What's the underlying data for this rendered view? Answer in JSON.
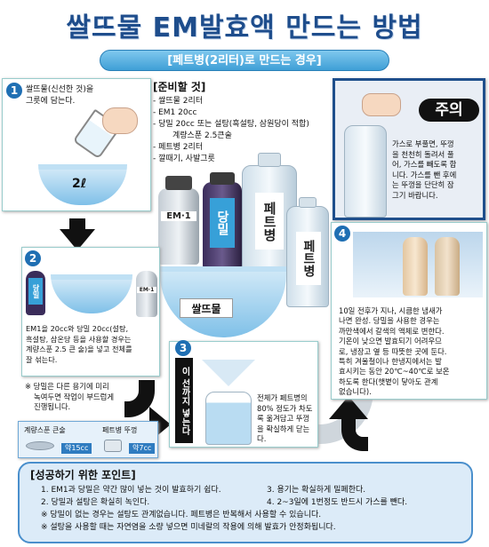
{
  "title": "쌀뜨물 EM발효액 만드는 방법",
  "subtitle": "[페트병(2리터)로 만드는 경우]",
  "step1": {
    "num": "1",
    "text1": "쌀뜨물(신선한 것)을",
    "text2": "그릇에 담는다.",
    "basin_label": "2ℓ"
  },
  "prep": {
    "title": "[준비할 것]",
    "items": [
      "- 쌀뜨물 2리터",
      "- EM1 20cc",
      "- 당밀 20cc 또는 설탕(흑설탕, 삼원당이 적합)",
      "계량스푼 2.5큰술",
      "- 페트병 2리터",
      "- 깔때기, 사발그릇"
    ]
  },
  "bottles": {
    "em1": "EM·1",
    "molasses": "당밀",
    "pet_big": "페트병",
    "pet_small": "페트병",
    "rice_water": "쌀뜨물"
  },
  "caution": {
    "badge": "주의",
    "text": [
      "가스로 부풀면, 뚜껑",
      "을 천천히 돌려서 풀",
      "어, 가스를 빼도록 합",
      "니다. 가스를 뺀 후에",
      "는 뚜껑을 단단히 잠",
      "그기 바랍니다."
    ]
  },
  "step2": {
    "num": "2",
    "molasses": "당밀",
    "em": "EM·1",
    "text": [
      "EM1을 20cc와 당밀 20cc(설탕,",
      "흑설탕, 삼온당 등을 사용할 경우는",
      "계량스푼 2.5 큰 술)을 넣고 전체를",
      "잘 섞는다."
    ],
    "note": [
      "※ 당밀은 다른 용기에 미리",
      "녹여두면 작업이 부드럽게",
      "진행됩니다."
    ]
  },
  "measure": {
    "spoon": "계량스푼 큰술",
    "cap": "페트병 뚜껑",
    "spoon_val": "약15cc",
    "cap_val": "약7cc"
  },
  "step3": {
    "num": "3",
    "vertical": "이 선까지 넣는다",
    "text": [
      "전체가 페트병의",
      "80% 정도가 차도",
      "록 옮겨담고 뚜껑",
      "을 확실하게 닫는",
      "다."
    ]
  },
  "step4": {
    "num": "4",
    "text": [
      "10일 전후가 지나, 시큼한 냄새가",
      "나면 완성. 당밀을 사용한 경우는",
      "까만색에서 갈색의 액체로 변한다.",
      "기온이 낮으면 발효되기 어려우므",
      "로, 냉장고 옆 등 따뜻한 곳에 둔다.",
      "특히 겨울철이나 한냉지에서는 발",
      "효시키는 동안 20℃~40℃로 보온",
      "하도록 한다(햇볕이 닿아도 관계",
      "없습니다)."
    ]
  },
  "tips": {
    "title": "[성공하기 위한 포인트]",
    "items": [
      "1. EM1과 당밀은 약간 많이 넣는 것이 발효하기 쉽다.",
      "3. 용기는 확실하게 밀폐한다.",
      "2. 당밀과 설탕은 확실히 녹인다.",
      "4. 2~3일에 1번정도 반드시 가스를 뺀다."
    ],
    "notes": [
      "※ 당밀이 없는 경우는 설탕도 관계없습니다. 페트병은 반복해서 사용할 수 있습니다.",
      "※ 설탕을 사용할 때는 자연염을 소량 넣으면 미네랄의 작용에 의해 발효가 안정화됩니다."
    ]
  },
  "colors": {
    "accent": "#1f6fb3",
    "title": "#1e4d8c",
    "water": "#7fc0e8"
  }
}
